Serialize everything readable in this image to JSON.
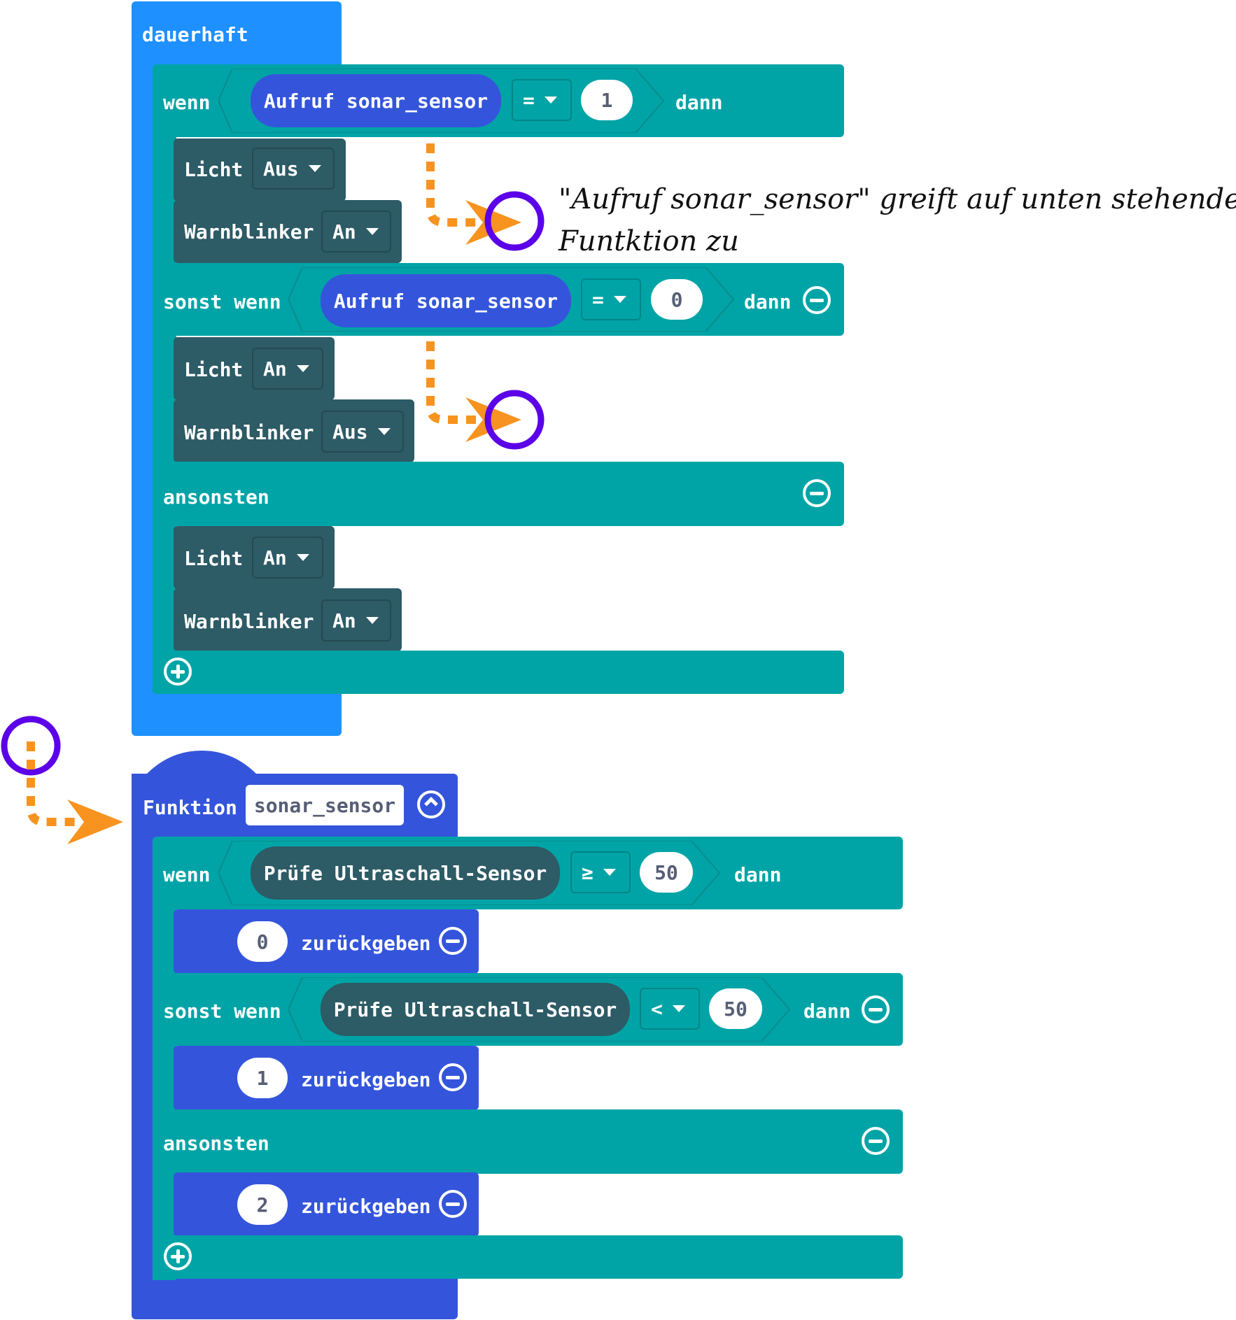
{
  "forever": {
    "label": "dauerhaft",
    "if": {
      "keyword": "wenn",
      "call": "Aufruf sonar_sensor",
      "op": "=",
      "value": "1",
      "then": "dann",
      "stmts": [
        {
          "name": "Licht",
          "val": "Aus"
        },
        {
          "name": "Warnblinker",
          "val": "An"
        }
      ]
    },
    "elseif": {
      "keyword": "sonst wenn",
      "call": "Aufruf sonar_sensor",
      "op": "=",
      "value": "0",
      "then": "dann",
      "stmts": [
        {
          "name": "Licht",
          "val": "An"
        },
        {
          "name": "Warnblinker",
          "val": "Aus"
        }
      ]
    },
    "else": {
      "keyword": "ansonsten",
      "stmts": [
        {
          "name": "Licht",
          "val": "An"
        },
        {
          "name": "Warnblinker",
          "val": "An"
        }
      ]
    }
  },
  "annotation": {
    "line1": "\"Aufruf sonar_sensor\" greift auf unten stehende",
    "line2": "Funtktion zu"
  },
  "function": {
    "keyword": "Funktion",
    "name": "sonar_sensor",
    "if": {
      "keyword": "wenn",
      "cond": "Prüfe Ultraschall-Sensor",
      "op": "≥",
      "value": "50",
      "then": "dann",
      "ret_value": "0",
      "ret_label": "zurückgeben"
    },
    "elseif": {
      "keyword": "sonst wenn",
      "cond": "Prüfe Ultraschall-Sensor",
      "op": "<",
      "value": "50",
      "then": "dann",
      "ret_value": "1",
      "ret_label": "zurückgeben"
    },
    "else": {
      "keyword": "ansonsten",
      "ret_value": "2",
      "ret_label": "zurückgeben"
    }
  },
  "colors": {
    "loops": "#1e90ff",
    "logic": "#00a4a6",
    "custom_blocks": "#2d5b66",
    "functions": "#3455db",
    "arrow": "#f7931e",
    "circle": "#5b00e8"
  }
}
